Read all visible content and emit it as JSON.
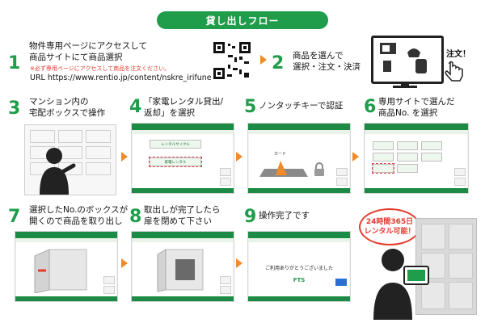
{
  "header": {
    "title": "貸し出しフロー"
  },
  "steps": [
    {
      "num": "1",
      "text_lines": [
        "物件専用ページにアクセスして",
        "商品サイトにて商品選択"
      ],
      "note": "※必ず専用ページにアクセスして商品を注文ください。",
      "url_label": "URL",
      "url": "https://www.rentio.jp/content/nskre_irifune"
    },
    {
      "num": "2",
      "text_lines": [
        "商品を選んで",
        "選択・注文・決済"
      ],
      "bubble": "注文！"
    },
    {
      "num": "3",
      "text_lines": [
        "マンション内の",
        "宅配ボックスで操作"
      ]
    },
    {
      "num": "4",
      "text_lines": [
        "「家電レンタル貸出/",
        "返却」を選択"
      ]
    },
    {
      "num": "5",
      "text_lines": [
        "ノンタッチキーで認証"
      ]
    },
    {
      "num": "6",
      "text_lines": [
        "専用サイトで選んだ",
        "商品No. を選択"
      ]
    },
    {
      "num": "7",
      "text_lines": [
        "選択したNo.のボックスが",
        "開くので商品を取り出し"
      ]
    },
    {
      "num": "8",
      "text_lines": [
        "取出しが完了したら",
        "扉を閉めて下さい"
      ]
    },
    {
      "num": "9",
      "text_lines": [
        "操作完了です"
      ]
    }
  ],
  "screens": {
    "s4": {
      "option1": "レンタルサイクル",
      "option2": "家電レンタル"
    },
    "s5": {
      "card_label": "カード"
    },
    "s9": {
      "thanks": "ご利用ありがとうございました",
      "brand": "FTS"
    }
  },
  "badge_24h": {
    "line1": "24時間365日",
    "line2": "レンタル可能！"
  },
  "colors": {
    "brand_green": "#1f9d4b",
    "accent_orange": "#f08a2b",
    "note_red": "#e33b2e"
  }
}
